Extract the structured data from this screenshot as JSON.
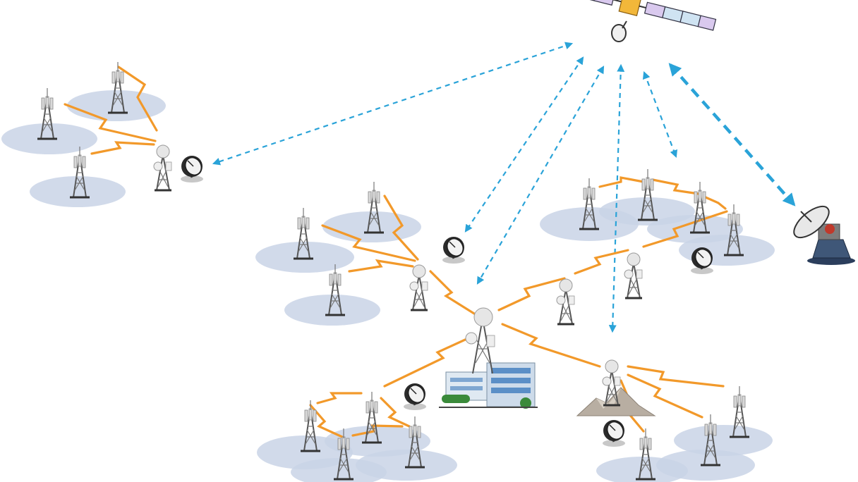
{
  "diagram": {
    "nodes": {
      "satellite": "satellite-icon",
      "ground_station": "ground-station-dish-icon",
      "vsat_terminals": "vsat-dish-icon",
      "hub_towers": "relay-tower-icon",
      "access_towers": "cell-tower-icon",
      "building": "office-building-icon",
      "mountain": "mountain-icon"
    },
    "colors": {
      "satellite_link": "#2aa3d8",
      "radio_link": "#f2992a",
      "coverage_area": "#c9d3e6"
    },
    "clusters": [
      "top-left",
      "center-left",
      "right",
      "bottom-left",
      "bottom-right"
    ],
    "satellite_links": 6,
    "trunk_link": "ground-station"
  }
}
